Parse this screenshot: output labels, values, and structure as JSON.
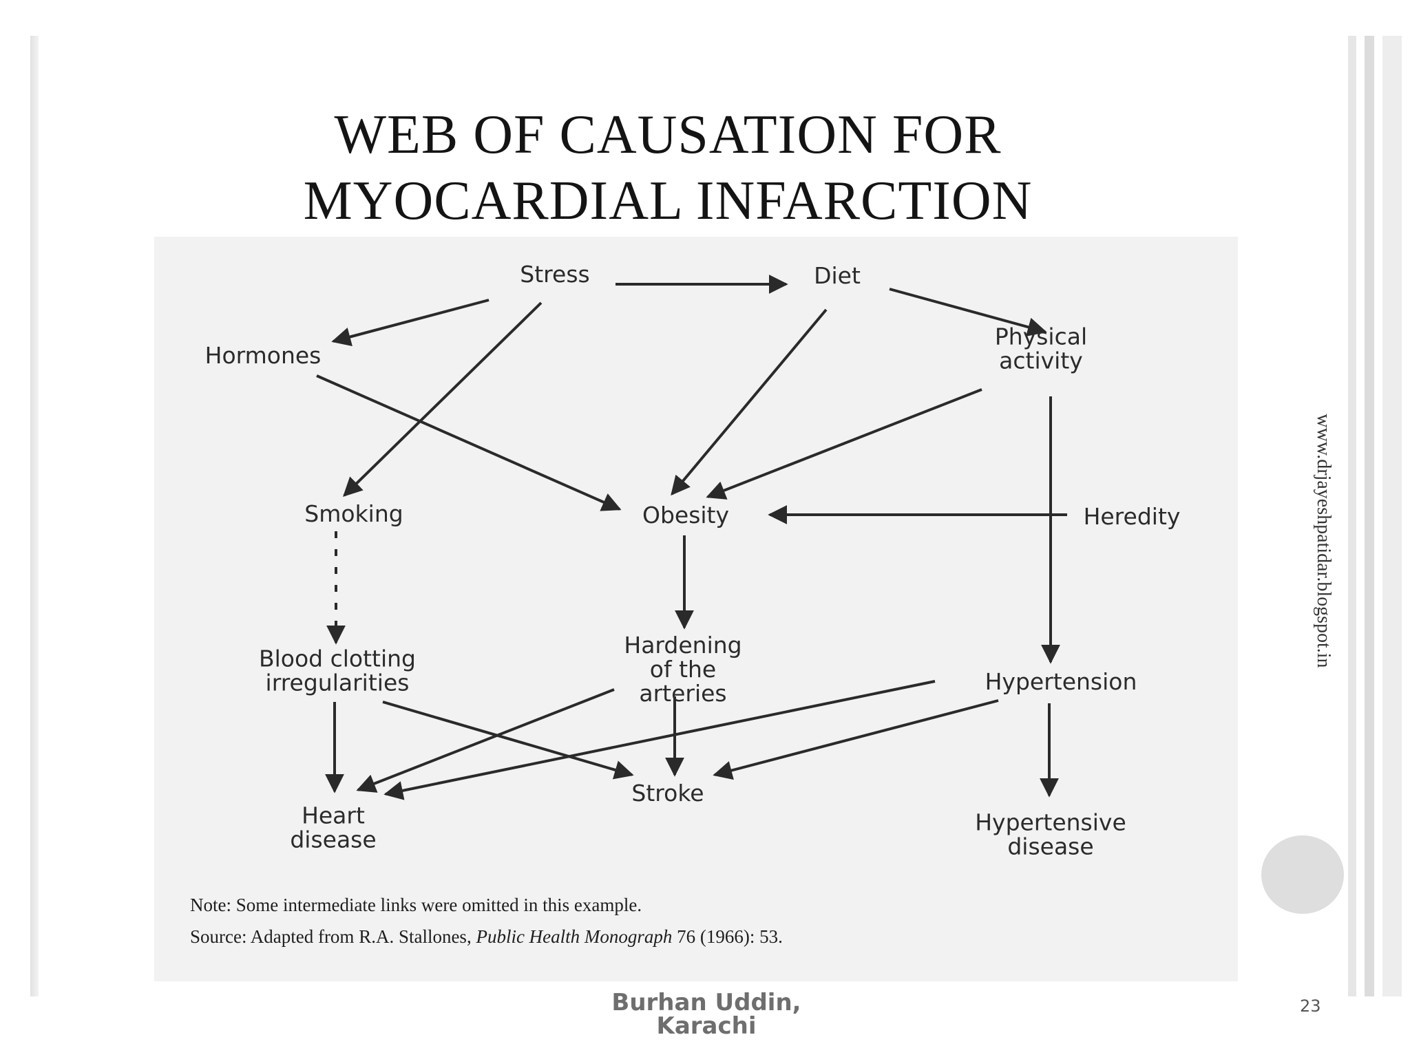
{
  "title": {
    "line1": "WEB OF CAUSATION FOR",
    "line2": "MYOCARDIAL INFARCTION"
  },
  "nodes": {
    "stress": [
      "Stress"
    ],
    "diet": [
      "Diet"
    ],
    "hormones": [
      "Hormones"
    ],
    "physical_activity": [
      "Physical",
      "activity"
    ],
    "smoking": [
      "Smoking"
    ],
    "obesity": [
      "Obesity"
    ],
    "heredity": [
      "Heredity"
    ],
    "blood_clotting": [
      "Blood clotting",
      "irregularities"
    ],
    "hardening": [
      "Hardening",
      "of the",
      "arteries"
    ],
    "hypertension": [
      "Hypertension"
    ],
    "stroke": [
      "Stroke"
    ],
    "heart_disease": [
      "Heart",
      "disease"
    ],
    "hypertensive_disease": [
      "Hypertensive",
      "disease"
    ]
  },
  "edges": [
    {
      "from": "stress",
      "to": "diet",
      "style": "solid"
    },
    {
      "from": "stress",
      "to": "hormones",
      "style": "solid"
    },
    {
      "from": "stress",
      "to": "smoking",
      "style": "solid"
    },
    {
      "from": "diet",
      "to": "physical_activity",
      "style": "solid"
    },
    {
      "from": "diet",
      "to": "obesity",
      "style": "solid"
    },
    {
      "from": "hormones",
      "to": "obesity",
      "style": "solid"
    },
    {
      "from": "physical_activity",
      "to": "obesity",
      "style": "solid"
    },
    {
      "from": "physical_activity",
      "to": "hypertension",
      "style": "solid"
    },
    {
      "from": "heredity",
      "to": "obesity",
      "style": "solid"
    },
    {
      "from": "smoking",
      "to": "blood_clotting",
      "style": "dashed"
    },
    {
      "from": "obesity",
      "to": "hardening",
      "style": "solid"
    },
    {
      "from": "blood_clotting",
      "to": "heart_disease",
      "style": "solid"
    },
    {
      "from": "blood_clotting",
      "to": "stroke",
      "style": "solid"
    },
    {
      "from": "hardening",
      "to": "heart_disease",
      "style": "solid"
    },
    {
      "from": "hardening",
      "to": "stroke",
      "style": "solid"
    },
    {
      "from": "hypertension",
      "to": "heart_disease",
      "style": "solid"
    },
    {
      "from": "hypertension",
      "to": "stroke",
      "style": "solid"
    },
    {
      "from": "hypertension",
      "to": "hypertensive_disease",
      "style": "solid"
    }
  ],
  "note": {
    "line1": "Note: Some intermediate links were omitted in this example.",
    "source_prefix": "Source: Adapted from R.A. Stallones, ",
    "source_italic": "Public Health Monograph",
    "source_suffix": " 76 (1966): 53."
  },
  "watermark": "www.drjayeshpatidar.blogspot.in",
  "footer": {
    "line1": "Burhan Uddin,",
    "line2": "Karachi"
  },
  "page_number": "23"
}
